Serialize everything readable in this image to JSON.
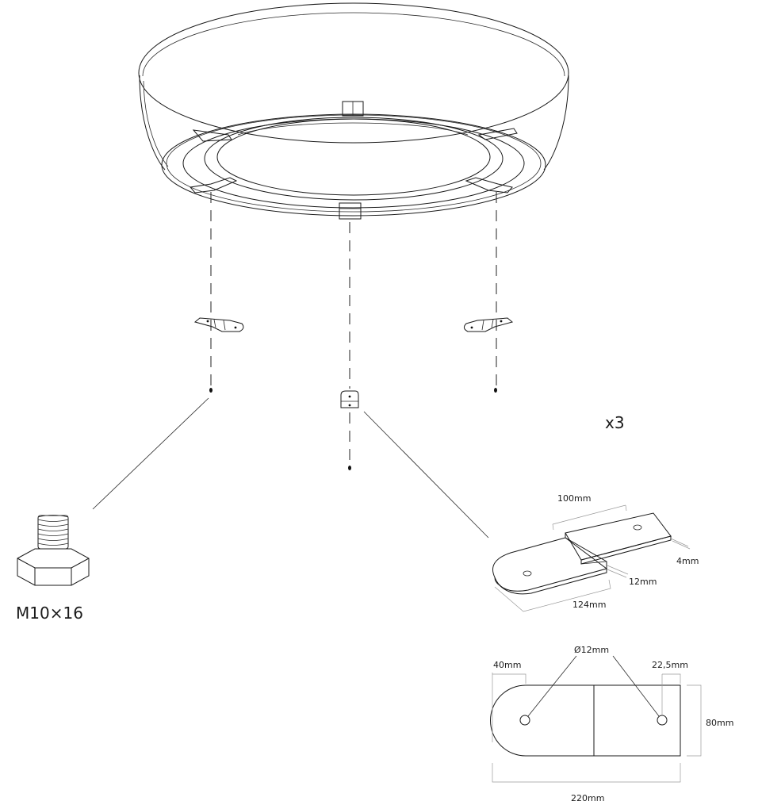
{
  "labels": {
    "quantity": "x3",
    "bolt_size": "M10×16"
  },
  "bracket_3d_dims": {
    "length_top": "100mm",
    "thickness": "4mm",
    "offset": "12mm",
    "length_total": "124mm"
  },
  "bracket_plan_dims": {
    "edge_left": "40mm",
    "hole_diameter": "Ø12mm",
    "edge_right": "22,5mm",
    "width": "80mm",
    "length": "220mm"
  }
}
